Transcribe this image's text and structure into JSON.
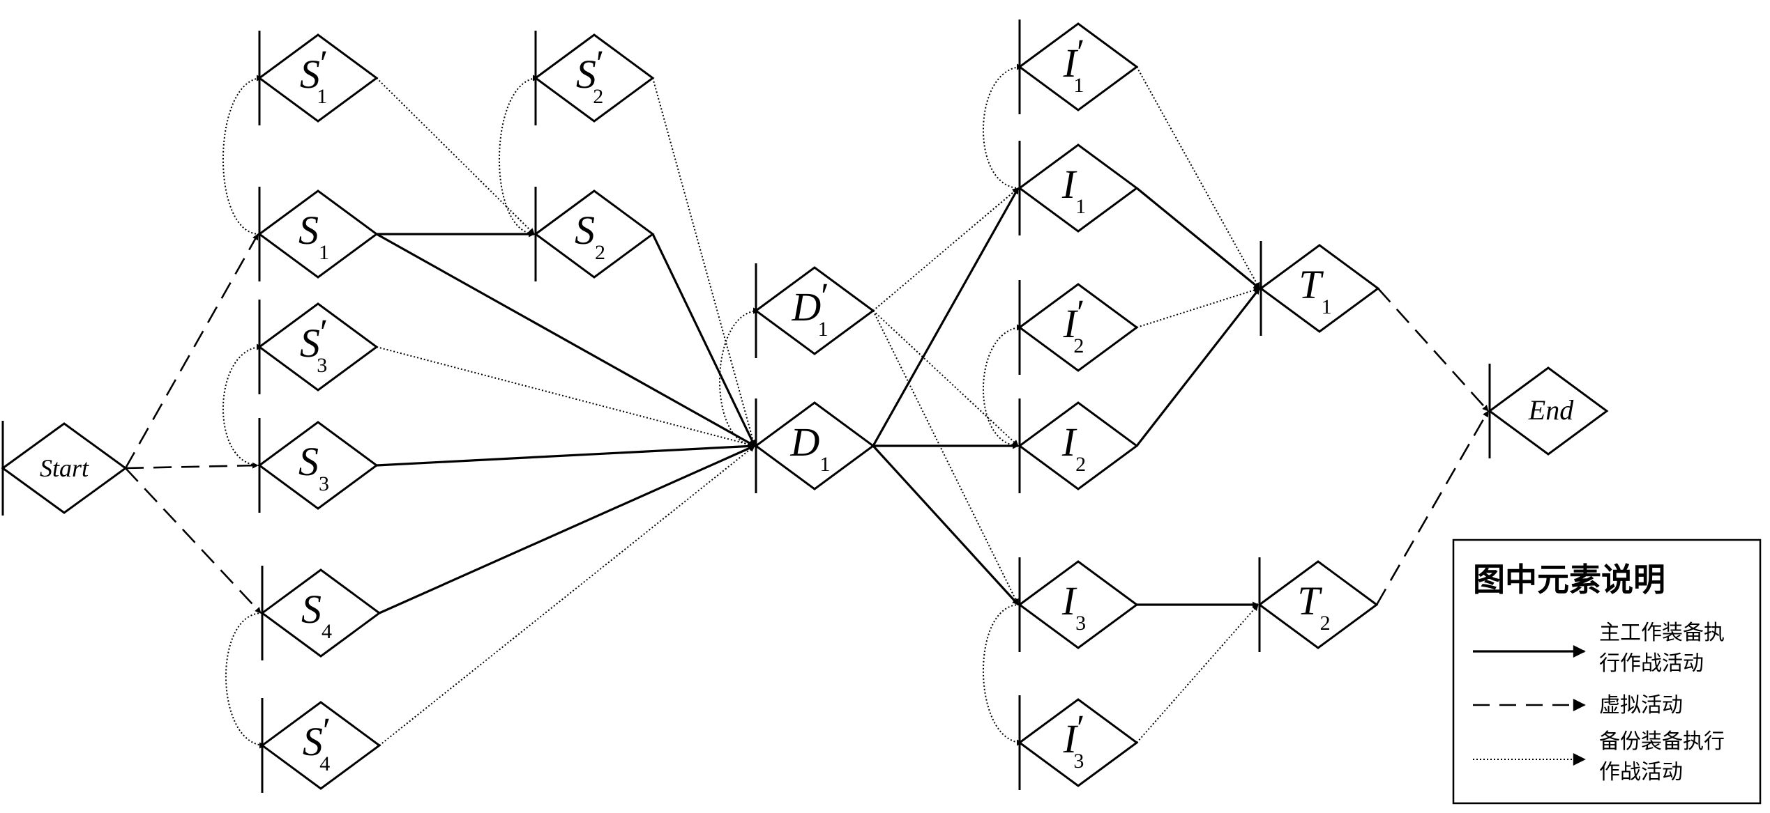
{
  "nodes": [
    {
      "id": "start",
      "label": "Start",
      "main": "Start",
      "sub": "",
      "prime": false,
      "shape": "diamond-wide"
    },
    {
      "id": "s1p",
      "main": "S",
      "sub": "1",
      "prime": true
    },
    {
      "id": "s1",
      "main": "S",
      "sub": "1",
      "prime": false
    },
    {
      "id": "s3p",
      "main": "S",
      "sub": "3",
      "prime": true
    },
    {
      "id": "s3",
      "main": "S",
      "sub": "3",
      "prime": false
    },
    {
      "id": "s4",
      "main": "S",
      "sub": "4",
      "prime": false
    },
    {
      "id": "s4p",
      "main": "S",
      "sub": "4",
      "prime": true
    },
    {
      "id": "s2p",
      "main": "S",
      "sub": "2",
      "prime": true
    },
    {
      "id": "s2",
      "main": "S",
      "sub": "2",
      "prime": false
    },
    {
      "id": "d1p",
      "main": "D",
      "sub": "1",
      "prime": true
    },
    {
      "id": "d1",
      "main": "D",
      "sub": "1",
      "prime": false
    },
    {
      "id": "i1p",
      "main": "I",
      "sub": "1",
      "prime": true
    },
    {
      "id": "i1",
      "main": "I",
      "sub": "1",
      "prime": false
    },
    {
      "id": "i2p",
      "main": "I",
      "sub": "2",
      "prime": true
    },
    {
      "id": "i2",
      "main": "I",
      "sub": "2",
      "prime": false
    },
    {
      "id": "i3",
      "main": "I",
      "sub": "3",
      "prime": false
    },
    {
      "id": "i3p",
      "main": "I",
      "sub": "3",
      "prime": true
    },
    {
      "id": "t1",
      "main": "T",
      "sub": "1",
      "prime": false
    },
    {
      "id": "t2",
      "main": "T",
      "sub": "2",
      "prime": false
    },
    {
      "id": "end",
      "main": "End",
      "sub": "",
      "prime": false
    }
  ],
  "edges": [
    {
      "from": "start",
      "to": "s1",
      "type": "dashed"
    },
    {
      "from": "start",
      "to": "s3",
      "type": "dashed"
    },
    {
      "from": "start",
      "to": "s4",
      "type": "dashed"
    },
    {
      "from": "s1",
      "to": "s1p",
      "type": "dotted"
    },
    {
      "from": "s3",
      "to": "s3p",
      "type": "dotted"
    },
    {
      "from": "s4",
      "to": "s4p",
      "type": "dotted"
    },
    {
      "from": "s1",
      "to": "s2",
      "type": "solid"
    },
    {
      "from": "s1p",
      "to": "s2",
      "type": "dotted"
    },
    {
      "from": "s2",
      "to": "s2p",
      "type": "dotted"
    },
    {
      "from": "s1",
      "to": "d1",
      "type": "solid"
    },
    {
      "from": "s2",
      "to": "d1",
      "type": "solid"
    },
    {
      "from": "s2p",
      "to": "d1",
      "type": "dotted"
    },
    {
      "from": "s3",
      "to": "d1",
      "type": "solid"
    },
    {
      "from": "s3p",
      "to": "d1",
      "type": "dotted"
    },
    {
      "from": "s4",
      "to": "d1",
      "type": "solid"
    },
    {
      "from": "s4p",
      "to": "d1",
      "type": "dotted"
    },
    {
      "from": "d1",
      "to": "d1p",
      "type": "dotted"
    },
    {
      "from": "d1",
      "to": "i1",
      "type": "solid"
    },
    {
      "from": "d1",
      "to": "i2",
      "type": "solid"
    },
    {
      "from": "d1",
      "to": "i3",
      "type": "solid"
    },
    {
      "from": "d1p",
      "to": "i1",
      "type": "dotted"
    },
    {
      "from": "d1p",
      "to": "i2",
      "type": "dotted"
    },
    {
      "from": "d1p",
      "to": "i3",
      "type": "dotted"
    },
    {
      "from": "i1",
      "to": "i1p",
      "type": "dotted"
    },
    {
      "from": "i2",
      "to": "i2p",
      "type": "dotted"
    },
    {
      "from": "i3",
      "to": "i3p",
      "type": "dotted"
    },
    {
      "from": "i1",
      "to": "t1",
      "type": "solid"
    },
    {
      "from": "i1p",
      "to": "t1",
      "type": "dotted"
    },
    {
      "from": "i2",
      "to": "t1",
      "type": "solid"
    },
    {
      "from": "i2p",
      "to": "t1",
      "type": "dotted"
    },
    {
      "from": "i3",
      "to": "t2",
      "type": "solid"
    },
    {
      "from": "i3p",
      "to": "t2",
      "type": "dotted"
    },
    {
      "from": "t1",
      "to": "end",
      "type": "dashed"
    },
    {
      "from": "t2",
      "to": "end",
      "type": "dashed"
    }
  ],
  "legend": {
    "title": "图中元素说明",
    "items": [
      {
        "type": "solid",
        "lines": [
          "主工作装备执",
          "行作战活动"
        ]
      },
      {
        "type": "dashed",
        "lines": [
          "虚拟活动"
        ]
      },
      {
        "type": "dotted",
        "lines": [
          "备份装备执行",
          "作战活动"
        ]
      }
    ]
  }
}
